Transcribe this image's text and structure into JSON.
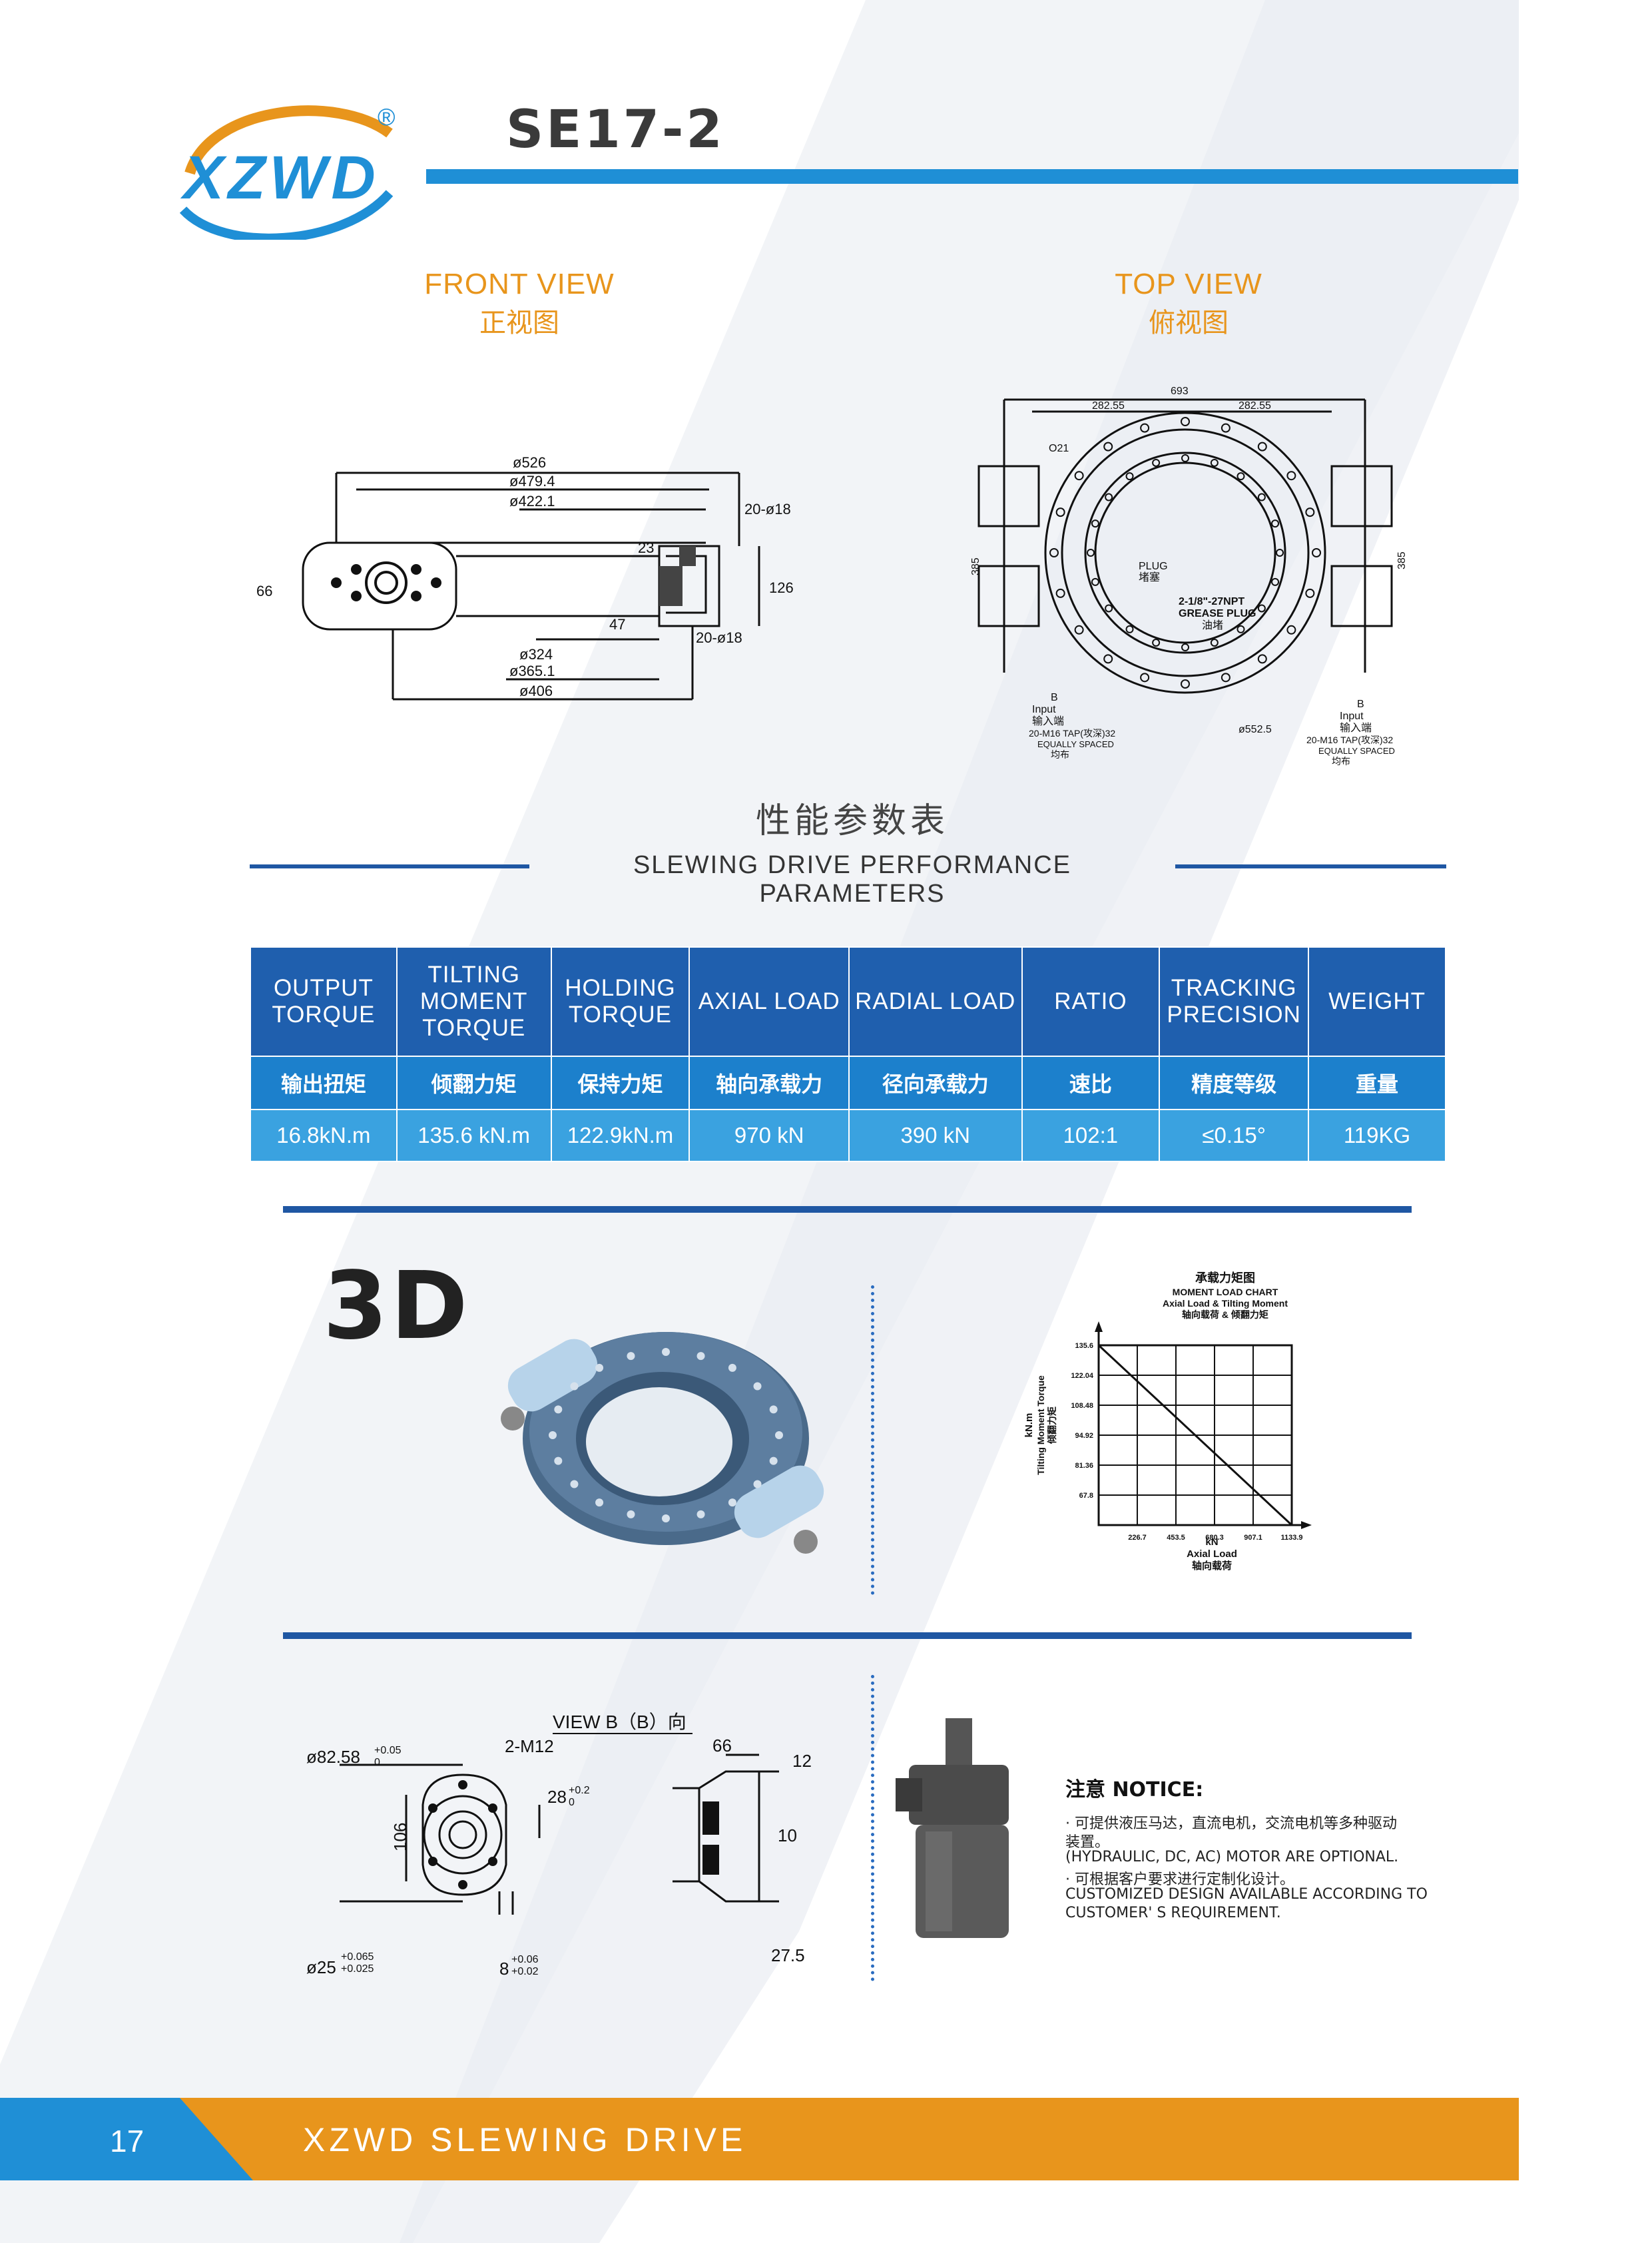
{
  "brand": {
    "logo_text": "XZWD",
    "registered": "®"
  },
  "header": {
    "model": "SE17-2"
  },
  "views": {
    "front": {
      "title": "FRONT VIEW",
      "subtitle": "正视图"
    },
    "top": {
      "title": "TOP VIEW",
      "subtitle": "俯视图"
    }
  },
  "front_dims": {
    "d526": "ø526",
    "d4794": "ø479.4",
    "d4221": "ø422.1",
    "holes_top": "20-ø18",
    "h23": "23",
    "h126": "126",
    "h47": "47",
    "h66": "66",
    "d324": "ø324",
    "d3651": "ø365.1",
    "d406": "ø406",
    "holes_bottom": "20-ø18"
  },
  "top_dims": {
    "w693": "693",
    "w28255a": "282.55",
    "w28255b": "282.55",
    "o21": "O21",
    "h385a": "385",
    "h385b": "385",
    "plug": "PLUG",
    "plug_cn": "堵塞",
    "grease": "2-1/8\"-27NPT",
    "grease2": "GREASE PLUG",
    "grease_cn": "油堵",
    "b_left": "B",
    "b_right": "B",
    "input": "Input",
    "input_cn": "输入端",
    "input_r": "Input",
    "input_r_cn": "输入端",
    "tap": "20-M16 TAP(攻深)32",
    "equally": "EQUALLY SPACED",
    "equally_cn": "均布",
    "tap_r": "20-M16 TAP(攻深)32",
    "equally_r": "EQUALLY SPACED",
    "equally_r_cn": "均布",
    "d5525": "ø552.5"
  },
  "section": {
    "title_cn": "性能参数表",
    "title_en": "SLEWING DRIVE PERFORMANCE PARAMETERS"
  },
  "table": {
    "headers_en": [
      "OUTPUT\nTORQUE",
      "TILTING\nMOMENT\nTORQUE",
      "HOLDING\nTORQUE",
      "AXIAL LOAD",
      "RADIAL LOAD",
      "RATIO",
      "TRACKING\nPRECISION",
      "WEIGHT"
    ],
    "headers_cn": [
      "输出扭矩",
      "倾翻力矩",
      "保持力矩",
      "轴向承载力",
      "径向承载力",
      "速比",
      "精度等级",
      "重量"
    ],
    "values": [
      "16.8kN.m",
      "135.6 kN.m",
      "122.9kN.m",
      "970 kN",
      "390 kN",
      "102:1",
      "≤0.15°",
      "119KG"
    ]
  },
  "section3d": {
    "label": "3D"
  },
  "chart_data": {
    "type": "line",
    "title": "承载力矩图",
    "subtitle": "MOMENT LOAD CHART",
    "subtitle2": "Axial Load & Tilting Moment",
    "subtitle_cn": "轴向载荷 & 倾翻力矩",
    "ylabel": "kN.m",
    "ylabel2": "Tilting Moment Torque",
    "ylabel_cn": "倾翻力矩",
    "xlabel": "kN",
    "xlabel2": "Axial Load",
    "xlabel_cn": "轴向载荷",
    "x_ticks": [
      "226.7",
      "453.5",
      "680.3",
      "907.1",
      "1133.9"
    ],
    "y_ticks": [
      "135.6",
      "122.04",
      "108.48",
      "94.92",
      "81.36",
      "67.8"
    ],
    "xlim": [
      0,
      1133.9
    ],
    "ylim": [
      54.24,
      135.6
    ],
    "series": [
      {
        "x": [
          0,
          1133.9
        ],
        "y": [
          135.6,
          54.24
        ]
      }
    ],
    "grid": true
  },
  "viewb": {
    "title": "VIEW B（B）向",
    "d8258": "ø82.58",
    "d8258_tol_up": "+0.05",
    "d8258_tol_dn": "0",
    "m12": "2-M12",
    "h28": "28",
    "h28_up": "+0.2",
    "h28_dn": "0",
    "h106": "106",
    "d25": "ø25",
    "d25_up": "+0.065",
    "d25_dn": "+0.025",
    "w8": "8",
    "w8_up": "+0.06",
    "w8_dn": "+0.02",
    "s66": "66",
    "s12": "12",
    "s10": "10",
    "s275": "27.5"
  },
  "notice": {
    "title": "注意 NOTICE:",
    "lines": [
      "· 可提供液压马达，直流电机，交流电机等多种驱动",
      "装置。",
      "(HYDRAULIC, DC, AC) MOTOR ARE OPTIONAL.",
      "· 可根据客户要求进行定制化设计。",
      "CUSTOMIZED DESIGN AVAILABLE ACCORDING TO",
      "CUSTOMER' S REQUIREMENT."
    ]
  },
  "footer": {
    "page": "17",
    "text": "XZWD SLEWING DRIVE"
  },
  "colors": {
    "accent_blue": "#1f8fd6",
    "dark_blue": "#1f57a3",
    "orange": "#e8951c",
    "table_light": "#3aa2e0"
  }
}
